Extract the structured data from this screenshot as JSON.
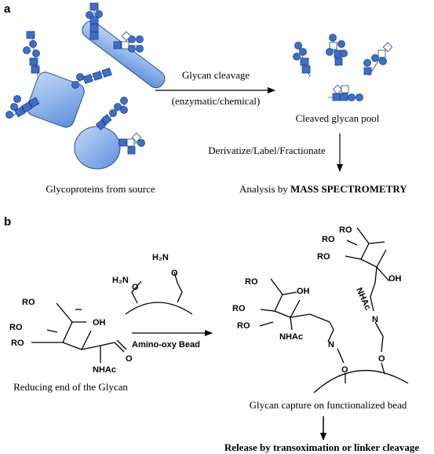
{
  "panel_a": {
    "label": "a",
    "arrow1_top_label": "Glycan cleavage",
    "arrow1_bottom_label": "(enzymatic/chemical)",
    "source_label": "Glycoproteins from source",
    "pool_label": "Cleaved glycan pool",
    "arrow2_label": "Derivatize/Label/Fractionate",
    "result_prefix": "Analysis by ",
    "result_emphasis": "MASS SPECTROMETRY"
  },
  "panel_b": {
    "label": "b",
    "reducing_end_label": "Reducing end of the Glycan",
    "bead_arrow_label": "Amino-oxy Bead",
    "capture_label": "Glycan capture on functionalized bead",
    "release_label": "Release by transoximation or linker cleavage",
    "group_RO": "RO",
    "group_OH": "OH",
    "group_NHAc": "NHAc",
    "group_H2N": "H₂N",
    "atom_O": "O",
    "atom_N": "N"
  },
  "colors": {
    "glycan_fill": "#3b6fce",
    "glycan_stroke": "#1f3f7a",
    "protein_fill": "#6f9ee6",
    "protein_fill_light": "#a9c6f2",
    "ink": "#000000"
  },
  "icons": [
    "blue-square-monosaccharide",
    "blue-circle-monosaccharide",
    "white-square-monosaccharide",
    "white-diamond-monosaccharide"
  ]
}
